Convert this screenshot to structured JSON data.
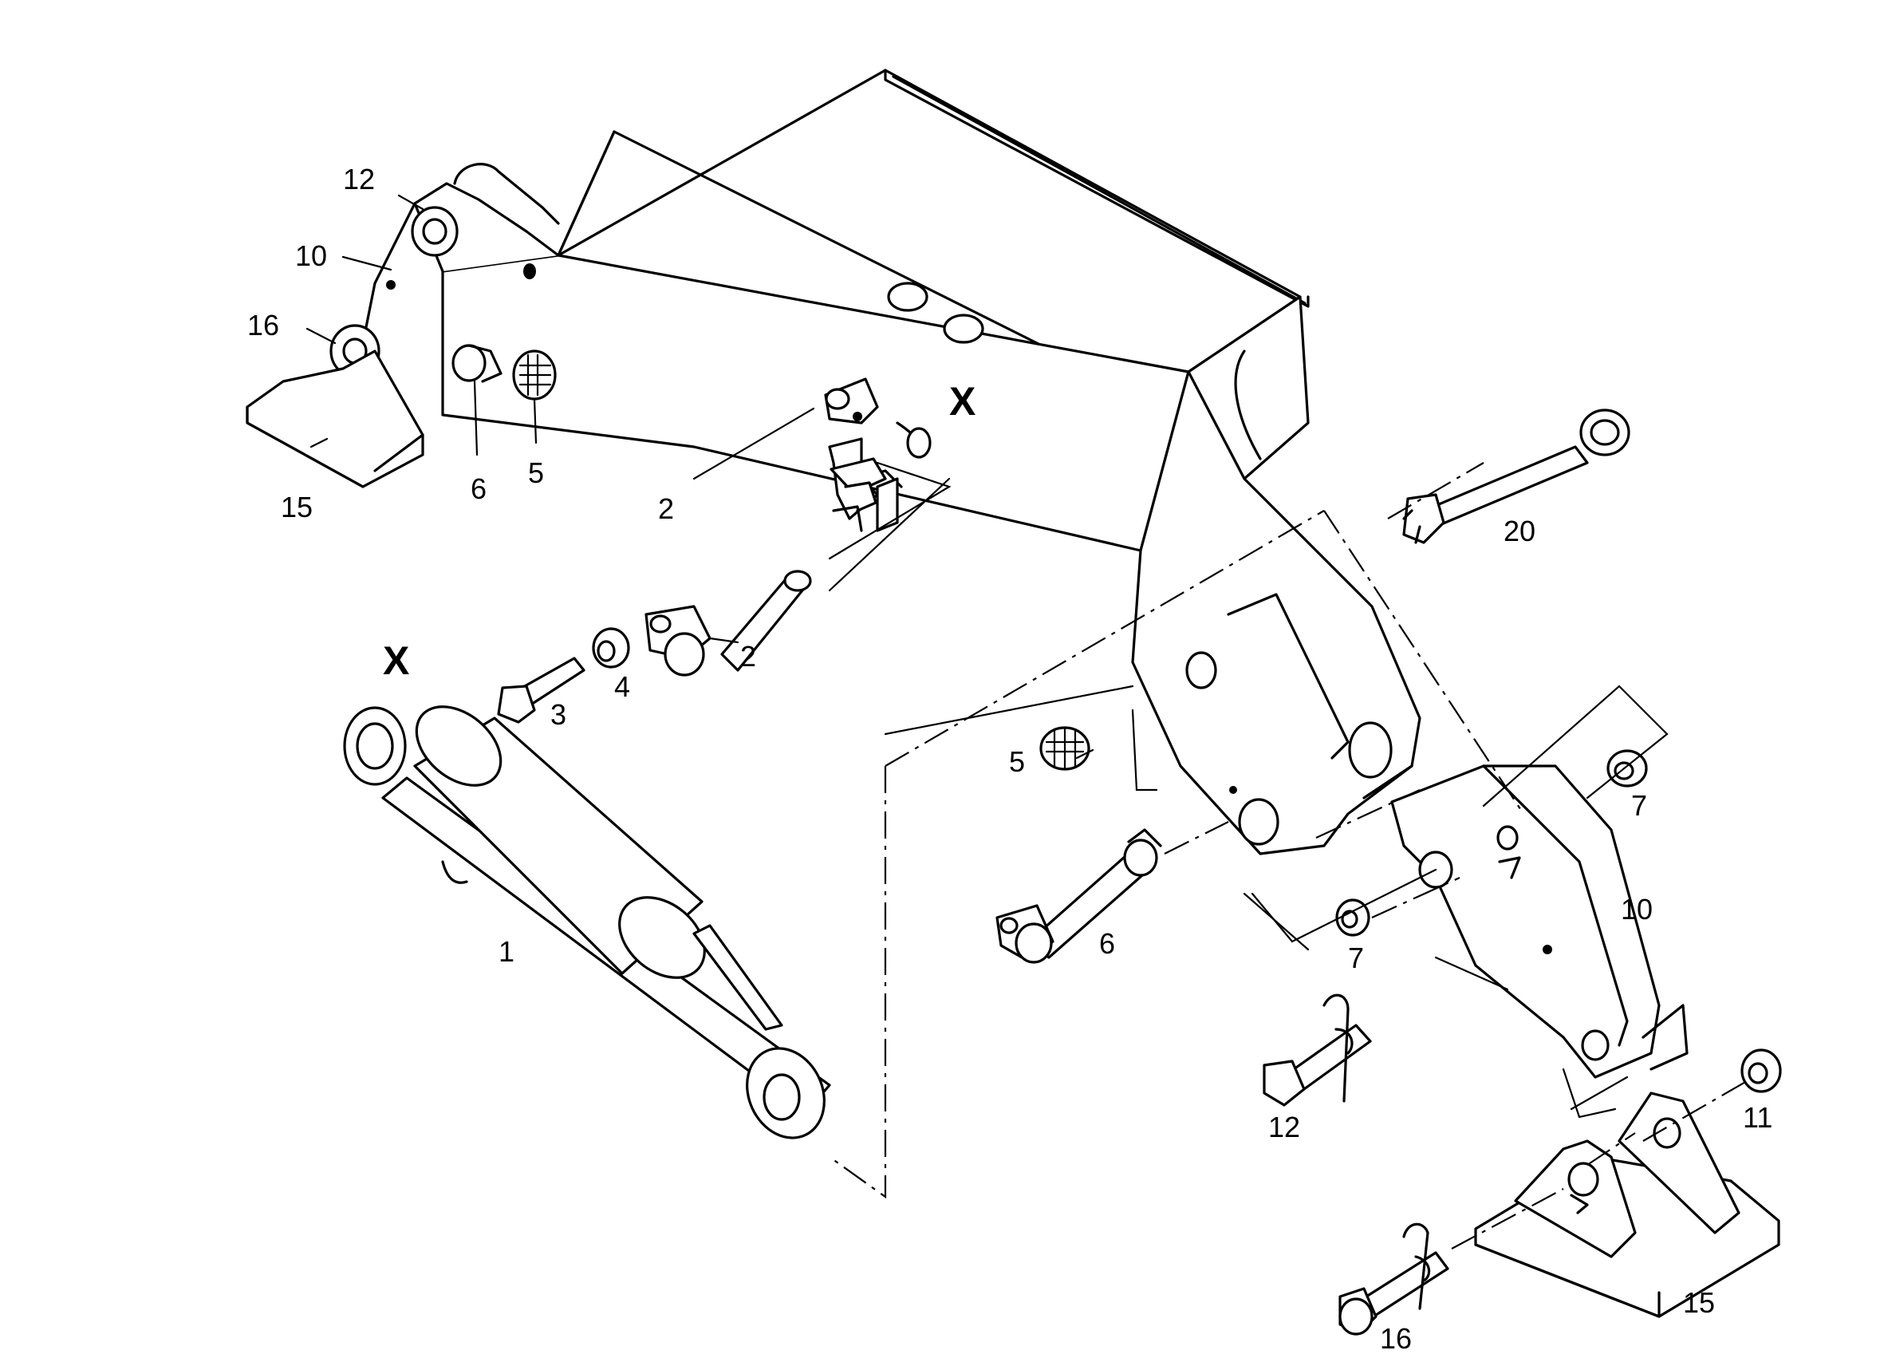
{
  "diagram": {
    "view_markers": {
      "x_label": "X"
    },
    "callouts": {
      "c1": "1",
      "c2a": "2",
      "c2b": "2",
      "c3": "3",
      "c4": "4",
      "c5a": "5",
      "c5b": "5",
      "c6a": "6",
      "c6b": "6",
      "c7a": "7",
      "c7b": "7",
      "c10a": "10",
      "c10b": "10",
      "c11": "11",
      "c12a": "12",
      "c12b": "12",
      "c15a": "15",
      "c15b": "15",
      "c16a": "16",
      "c16b": "16",
      "c20": "20"
    }
  }
}
